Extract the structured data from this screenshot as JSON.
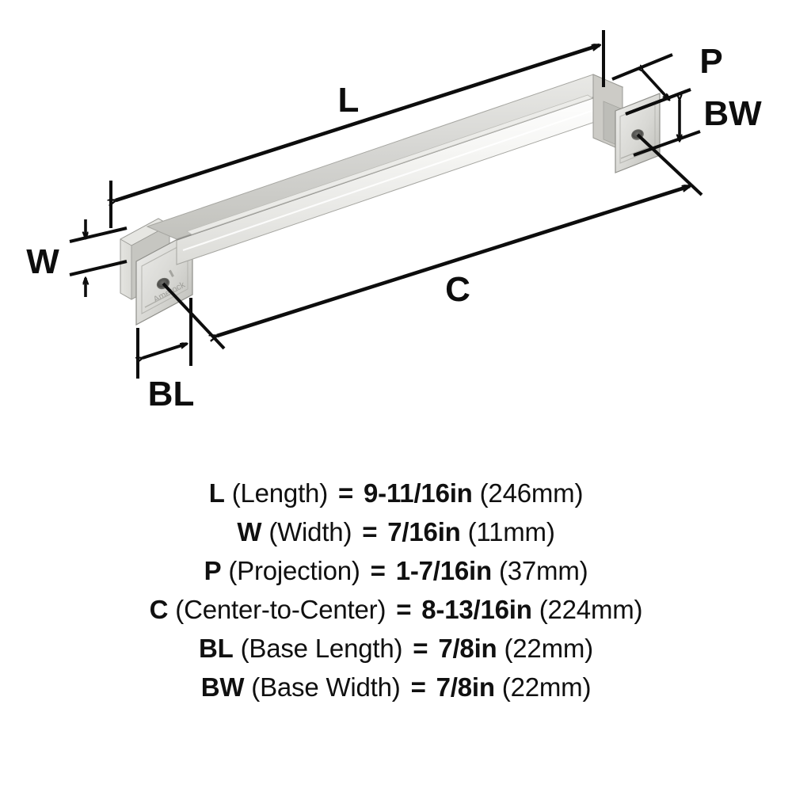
{
  "drawing": {
    "title": "Cabinet pull handle dimension diagram",
    "product": "Square bar cabinet pull with square mounting bases",
    "callouts": [
      {
        "key": "L",
        "label": "L",
        "description": "Overall length dimension line, diagonal, spanning top of handle"
      },
      {
        "key": "W",
        "label": "W",
        "description": "Width dimension, vertical, at left base"
      },
      {
        "key": "P",
        "label": "P",
        "description": "Projection dimension, diagonal, at right base"
      },
      {
        "key": "C",
        "label": "C",
        "description": "Center-to-center dimension, diagonal, between mounting holes"
      },
      {
        "key": "BL",
        "label": "BL",
        "description": "Base length dimension, horizontal, below left base"
      },
      {
        "key": "BW",
        "label": "BW",
        "description": "Base width dimension, vertical, at right base"
      }
    ],
    "colors": {
      "line": "#0d0d0d",
      "metal_light": "#f2f2f0",
      "metal_mid": "#d4d4d1",
      "metal_dark": "#a8a8a4",
      "metal_shadow": "#8e8e8a",
      "background": "#ffffff"
    },
    "engraving": "Amerock"
  },
  "legend": {
    "rows": [
      {
        "symbol": "L",
        "name": "(Length)",
        "equals": "=",
        "value": "9-11/16in",
        "metric": "(246mm)"
      },
      {
        "symbol": "W",
        "name": "(Width)",
        "equals": "=",
        "value": "7/16in",
        "metric": "(11mm)"
      },
      {
        "symbol": "P",
        "name": "(Projection)",
        "equals": "=",
        "value": "1-7/16in",
        "metric": "(37mm)"
      },
      {
        "symbol": "C",
        "name": "(Center-to-Center)",
        "equals": "=",
        "value": "8-13/16in",
        "metric": "(224mm)"
      },
      {
        "symbol": "BL",
        "name": "(Base Length)",
        "equals": "=",
        "value": "7/8in",
        "metric": "(22mm)"
      },
      {
        "symbol": "BW",
        "name": "(Base Width)",
        "equals": "=",
        "value": "7/8in",
        "metric": "(22mm)"
      }
    ]
  }
}
